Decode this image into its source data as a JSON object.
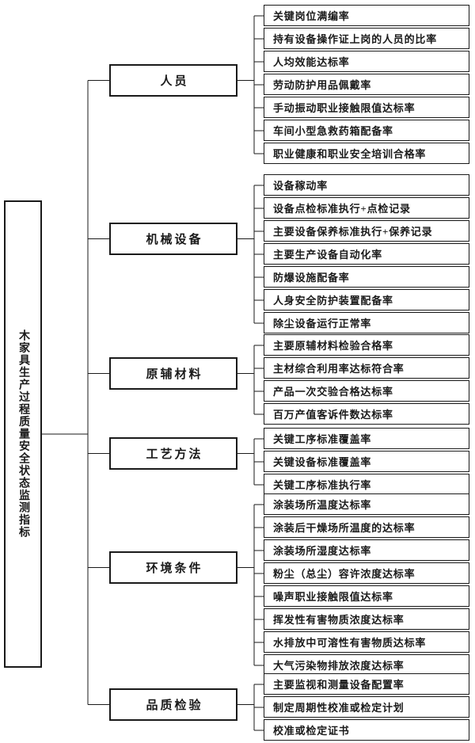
{
  "figure": {
    "root": {
      "label": "木家具生产过程质量安全状态监测指标"
    },
    "groups": [
      {
        "label": "人员",
        "items": [
          "关键岗位满编率",
          "持有设备操作证上岗的人员的比率",
          "人均效能达标率",
          "劳动防护用品佩戴率",
          "手动振动职业接触限值达标率",
          "车间小型急救药箱配备率",
          "职业健康和职业安全培训合格率"
        ]
      },
      {
        "label": "机械设备",
        "items": [
          "设备稼动率",
          "设备点检标准执行+点检记录",
          "主要设备保养标准执行+保养记录",
          "主要生产设备自动化率",
          "防爆设施配备率",
          "人身安全防护装置配备率",
          "除尘设备运行正常率"
        ]
      },
      {
        "label": "原辅材料",
        "items": [
          "主要原辅材料检验合格率",
          "主材综合利用率达标符合率",
          "产品一次交验合格达标率",
          "百万产值客诉件数达标率"
        ]
      },
      {
        "label": "工艺方法",
        "items": [
          "关键工序标准覆盖率",
          "关键设备标准覆盖率",
          "关键工序标准执行率"
        ]
      },
      {
        "label": "环境条件",
        "items": [
          "涂装场所温度达标率",
          "涂装后干燥场所温度的达标率",
          "涂装场所湿度达标率",
          "粉尘（总尘）容许浓度达标率",
          "噪声职业接触限值达标率",
          "挥发性有害物质浓度达标率",
          "水排放中可溶性有害物质达标率",
          "大气污染物排放浓度达标率"
        ]
      },
      {
        "label": "品质检验",
        "items": [
          "主要监视和测量设备配置率",
          "制定周期性校准或检定计划",
          "校准或检定证书"
        ]
      }
    ],
    "colors": {
      "line": "#1a1a1a",
      "background": "#ffffff",
      "text": "#1a1a1a"
    }
  }
}
